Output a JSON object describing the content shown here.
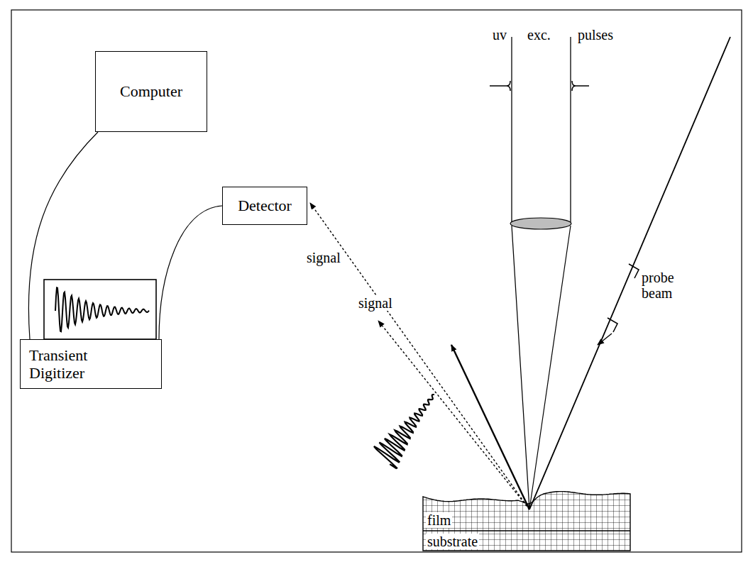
{
  "diagram": {
    "nodes": [
      {
        "text": [
          "Computer"
        ]
      },
      {
        "text": [
          "Transient Digitizer"
        ]
      },
      {
        "text": [
          "Detector"
        ]
      }
    ],
    "edges": [
      {
        "from": 0,
        "to": 1,
        "arrow": "none"
      },
      {
        "from": 2,
        "to": 1,
        "arrow": "none"
      }
    ],
    "labels": [
      "uv",
      "exc.",
      "pulses",
      "signal",
      "signal",
      "probe beam",
      "film",
      "substrate"
    ]
  }
}
